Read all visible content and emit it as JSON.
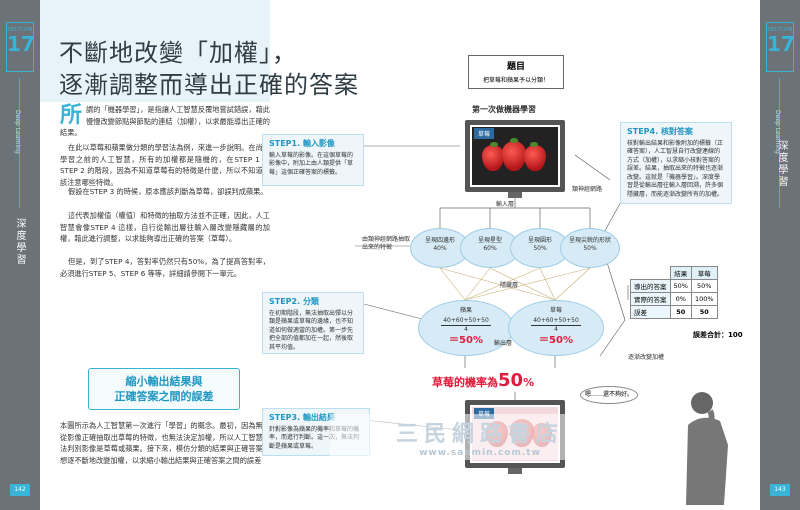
{
  "section": {
    "label": "SECTION",
    "number": "17"
  },
  "side": {
    "left_label": "深度學習",
    "right_label": "深度學習",
    "left_page": "142",
    "right_page": "143",
    "small_text": "Deep Learning"
  },
  "title": {
    "line1": "不斷地改變「加權」，",
    "line2": "逐漸調整而導出正確的答案"
  },
  "body": {
    "dropcap": "所",
    "p1": "謂的「機器學習」，是指讓人工智慧反覆地嘗試錯誤，藉此慢慢改變節點與節點的連結（加權），以求最能導出正確的結果。",
    "p2": "在此以草莓和蘋果做分類的學習法為例，來進一步說明。在尚未學習之前的人工智慧，所有的加權都是隨機的，在STEP 1 和STEP 2 的階段，因為不知道草莓有的特徵是什麼，所以不知道應該注意哪些特徵。",
    "p3": "假設在STEP 3 的時候，原本應該判斷為草莓，卻誤判成蘋果。",
    "p4": "這代表加權值（權值）和特徵的抽取方法並不正確，因此，人工智慧會像STEP 4 這樣，自行從輸出層往輸入層改變隱藏層的加權，藉此進行調整，以求能夠導出正確的答案（草莓）。",
    "p5": "但是，到了STEP 4，答對率仍然只有50%，為了提高答對率，必須進行STEP 5、STEP 6 等等，詳細請參閱下一單元。",
    "callout_l1": "縮小輸出結果與",
    "callout_l2": "正確答案之間的誤差",
    "p6": "本圖所示為人工智慧第一次進行「學習」的概念。最初，因為無法從影像正確抽取出草莓的特徵，也無法決定加權，所以人工智慧無法判別影像是草莓或蘋果。接下來，模仿分類的結果與正確答案，想逐不斷地改變加權，以求縮小輸出結果與正確答案之間的誤差"
  },
  "diagram": {
    "question_title": "題目",
    "question_sub": "把草莓和蘋果予以分類！",
    "first_learning": "第一次做機器學習",
    "input_tag": "草莓",
    "output_tag": "草莓",
    "nn_label": "類神經網路",
    "input_layer": "輸入層",
    "hidden_layer": "隱藏層",
    "output_layer": "輸出層",
    "nn_extract": "由類神經網路抽取出來的特徵",
    "adjust_label": "逐漸改變加權",
    "features": [
      {
        "name": "呈現四邊形",
        "pct": "40%"
      },
      {
        "name": "呈現星型",
        "pct": "60%"
      },
      {
        "name": "呈現圓形",
        "pct": "50%"
      },
      {
        "name": "呈現尖銳的形狀",
        "pct": "50%"
      }
    ],
    "outputs": [
      {
        "name": "蘋果",
        "formula": "40+60+50+50",
        "den": "4",
        "result": "＝50%"
      },
      {
        "name": "草莓",
        "formula": "40+60+50+50",
        "den": "4",
        "result": "＝50%"
      }
    ],
    "prob_text": "草莓的機率為",
    "prob_value": "50",
    "prob_unit": "%",
    "bubble": "嗯……還不夠好。",
    "step1_title": "STEP1. 輸入影像",
    "step1_text": "輸入草莓的影像。在這個草莓的影像中，附加上由人類提供「草莓」這個正確答案的標籤。",
    "step2_title": "STEP2. 分類",
    "step2_text": "在初期階段，無法抽取出彈以分類是蘋果或草莓的邊緣，也不知道如何做適當的加權。第一步先把全部的值都加在一起，然後取其平均值。",
    "step3_title": "STEP3. 輸出結果",
    "step3_text": "針對影像為蘋果的機率和草莓的機率，而進行判斷。這一次，無法判斷是蘋果或草莓。",
    "step4_title": "STEP4. 核對答案",
    "step4_text": "核對輸出結果和影像附加的標籤（正確答案），人工智慧自行改變連線的方式（加權），以求縮小核對答案的誤差。結果，抽取出來的特徵也逐漸改變。這就是「機器學習」。深度學習是從輸出層往輸入層回溯，許多個隱藏層，而能逐漸改變所有的加權。",
    "table": {
      "headers": [
        "",
        "結果",
        "草莓"
      ],
      "rows": [
        [
          "導出的答案",
          "50%",
          "50%"
        ],
        [
          "實際的答案",
          "0%",
          "100%"
        ],
        [
          "誤差",
          "50",
          "50"
        ]
      ],
      "total": "誤差合計：100"
    }
  },
  "watermark": {
    "text": "三民網路書店",
    "url": "www.sanmin.com.tw"
  }
}
